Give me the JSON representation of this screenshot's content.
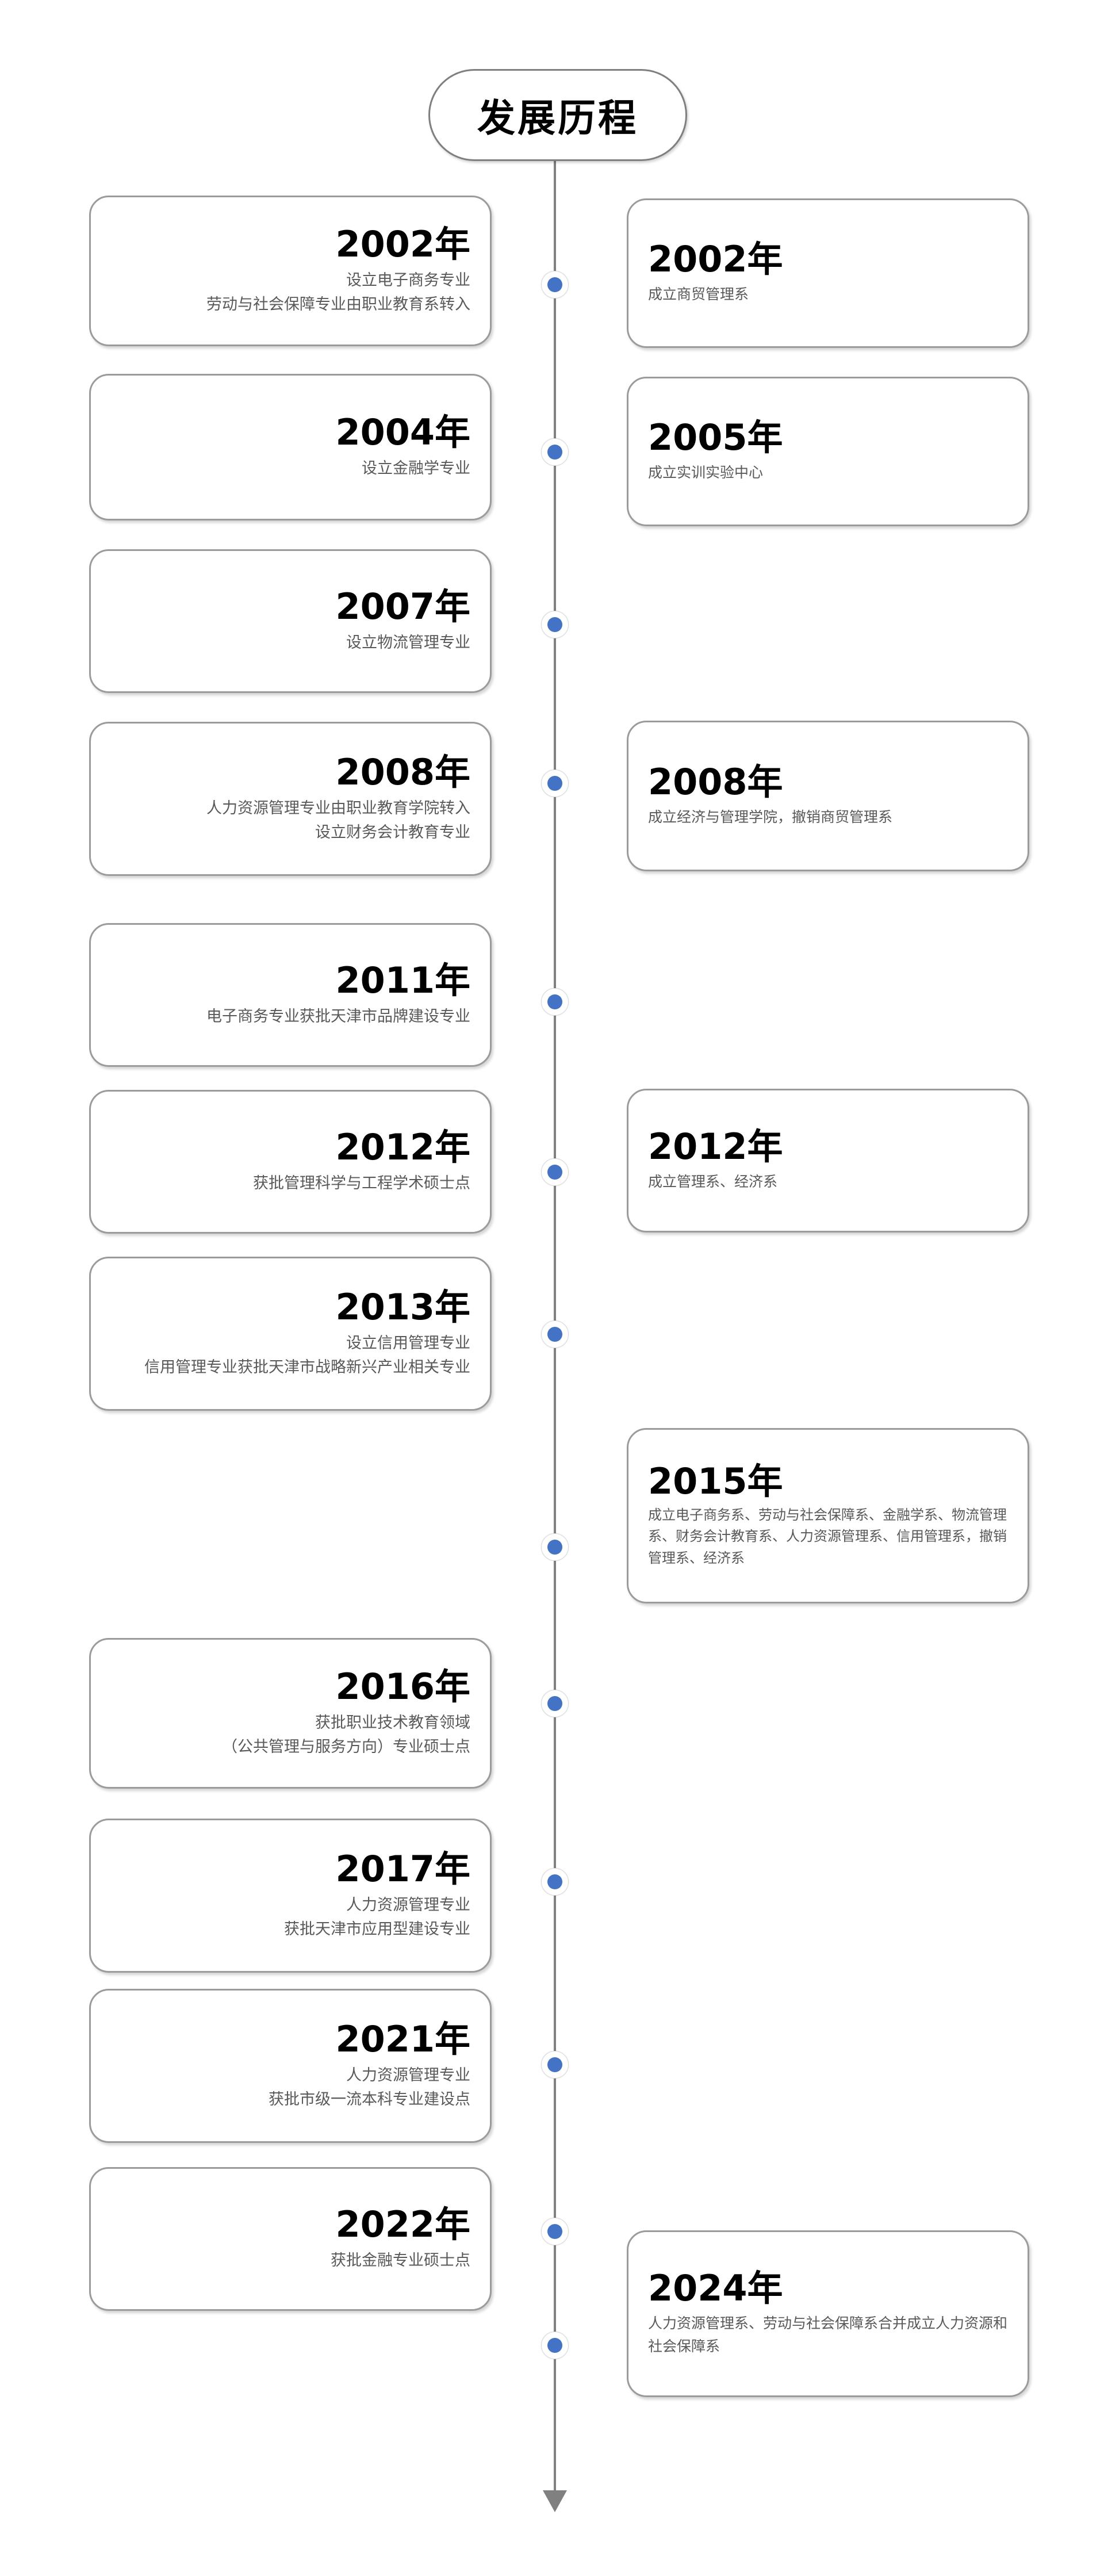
{
  "title": {
    "text": "发展历程"
  },
  "colors": {
    "dot": "#4472C4",
    "axis": "#808080",
    "card_border": "#9b9b9b",
    "year_text": "#000000",
    "desc_text": "#595959"
  },
  "axis": {
    "dot_count": 13,
    "arrow": "down-arrow"
  },
  "left_cards": [
    {
      "year": "2002年",
      "desc": "设立电子商务专业\n劳动与社会保障专业由职业教育系转入"
    },
    {
      "year": "2004年",
      "desc": "设立金融学专业"
    },
    {
      "year": "2007年",
      "desc": "设立物流管理专业"
    },
    {
      "year": "2008年",
      "desc": "人力资源管理专业由职业教育学院转入\n设立财务会计教育专业"
    },
    {
      "year": "2011年",
      "desc": "电子商务专业获批天津市品牌建设专业"
    },
    {
      "year": "2012年",
      "desc": "获批管理科学与工程学术硕士点"
    },
    {
      "year": "2013年",
      "desc": "设立信用管理专业\n信用管理专业获批天津市战略新兴产业相关专业"
    },
    {
      "year": "2016年",
      "desc": "获批职业技术教育领域\n（公共管理与服务方向）专业硕士点"
    },
    {
      "year": "2017年",
      "desc": "人力资源管理专业\n获批天津市应用型建设专业"
    },
    {
      "year": "2021年",
      "desc": "人力资源管理专业\n获批市级一流本科专业建设点"
    },
    {
      "year": "2022年",
      "desc": "获批金融专业硕士点"
    }
  ],
  "right_cards": [
    {
      "year": "2002年",
      "desc": "成立商贸管理系"
    },
    {
      "year": "2005年",
      "desc": "成立实训实验中心"
    },
    {
      "year": "2008年",
      "desc": "成立经济与管理学院，撤销商贸管理系"
    },
    {
      "year": "2012年",
      "desc": "成立管理系、经济系"
    },
    {
      "year": "2015年",
      "desc": "成立电子商务系、劳动与社会保障系、金融学系、物流管理系、财务会计教育系、人力资源管理系、信用管理系，撤销管理系、经济系"
    },
    {
      "year": "2024年",
      "desc": "人力资源管理系、劳动与社会保障系合并成立人力资源和社会保障系"
    }
  ]
}
